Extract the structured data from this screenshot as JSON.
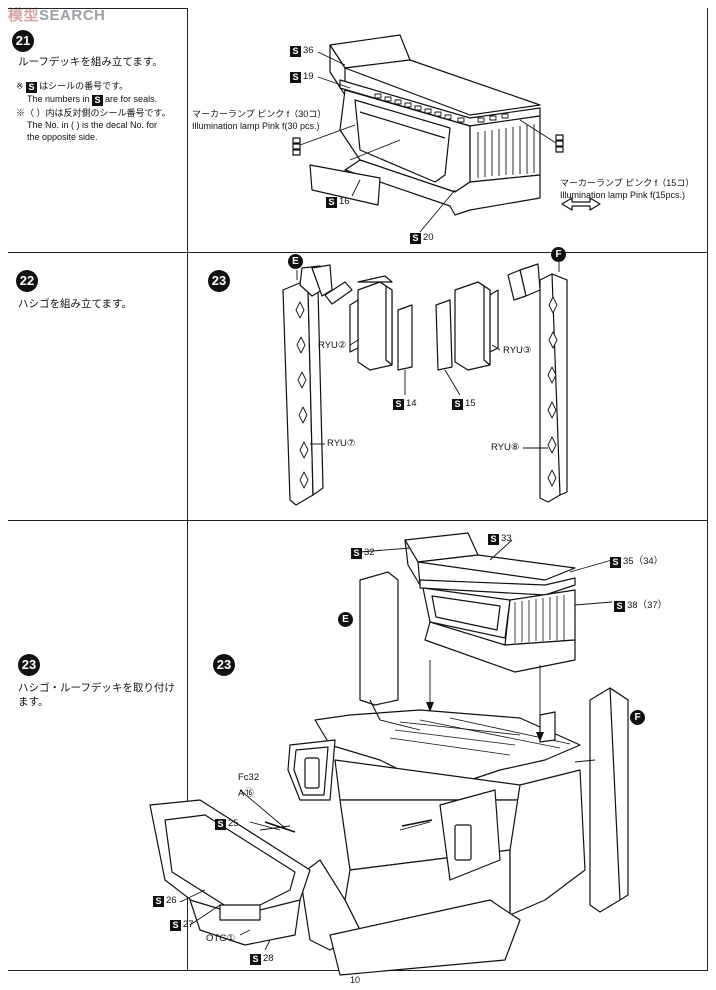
{
  "watermark": {
    "cn": "模型",
    "en": "SEARCH"
  },
  "steps": {
    "s21": {
      "number": "21",
      "title": "ルーフデッキを組み立てます。"
    },
    "s22": {
      "number": "22",
      "title": "ハシゴを組み立てます。"
    },
    "s23a": {
      "number": "23"
    },
    "s23b": {
      "number": "23",
      "title": "ハシゴ・ルーフデッキを取り付けます。"
    },
    "s23c": {
      "number": "23"
    }
  },
  "notes": {
    "n1_jp_pre": "※",
    "n1_s": "S",
    "n1_jp": "はシールの番号です。",
    "n1_en_pre": "The numbers in",
    "n1_en_s": "S",
    "n1_en_post": "are for seals.",
    "n2_jp": "※（ ）内は反対側のシール番号です。",
    "n2_en1": "The No. in (     ) is the decal No. for",
    "n2_en2": "the opposite side."
  },
  "lamps": {
    "left": {
      "jp": "マーカーランプ ピンク f（30コ）",
      "en": "Illumination lamp Pink f(30 pcs.)"
    },
    "right": {
      "jp": "マーカーランプ ピンク f（15コ）",
      "en": "Illumination lamp Pink f(15pcs.)"
    }
  },
  "labels": {
    "s36": "36",
    "s19": "19",
    "s16": "16",
    "s20": "20",
    "ryu2": "RYU②",
    "ryu3": "RYU③",
    "ryu7": "RYU⑦",
    "ryu8": "RYU⑧",
    "s14": "14",
    "s15": "15",
    "s32": "32",
    "s33": "33",
    "s35": "35（34）",
    "s38": "38（37）",
    "fc32": "Fc32",
    "a16": "A⑯",
    "s25": "25",
    "s26": "26",
    "s27": "27",
    "otg1": "OTG①",
    "s28": "28",
    "e": "E",
    "f": "F"
  },
  "seal_letter": "S",
  "page_number": "10"
}
